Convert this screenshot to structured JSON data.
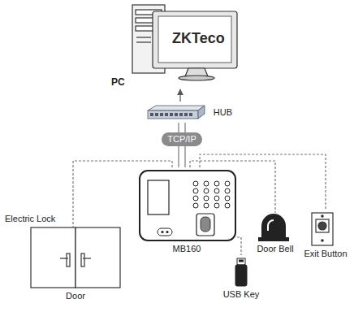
{
  "diagram": {
    "nodes": [
      {
        "text": [
          "PC"
        ]
      },
      {
        "text": [
          "HUB"
        ]
      },
      {
        "text": [
          "TCP/IP"
        ]
      },
      {
        "text": [
          "MB160"
        ]
      },
      {
        "text": [
          "Door"
        ]
      },
      {
        "text": [
          "Door Bell"
        ]
      },
      {
        "text": [
          "Exit Button"
        ]
      },
      {
        "text": [
          "USB Key"
        ]
      }
    ],
    "edges": [
      {
        "from": 1,
        "to": 0,
        "arrow": "to"
      },
      {
        "from": 1,
        "to": 2,
        "arrow": "none"
      },
      {
        "from": 2,
        "to": 3,
        "arrow": "none"
      },
      {
        "from": 3,
        "to": 4,
        "arrow": "none"
      },
      {
        "from": 3,
        "to": 5,
        "arrow": "none"
      },
      {
        "from": 3,
        "to": 6,
        "arrow": "none"
      },
      {
        "from": 3,
        "to": 7,
        "arrow": "none"
      }
    ],
    "labels": [
      "ZKTeco",
      "Electric Lock"
    ]
  }
}
